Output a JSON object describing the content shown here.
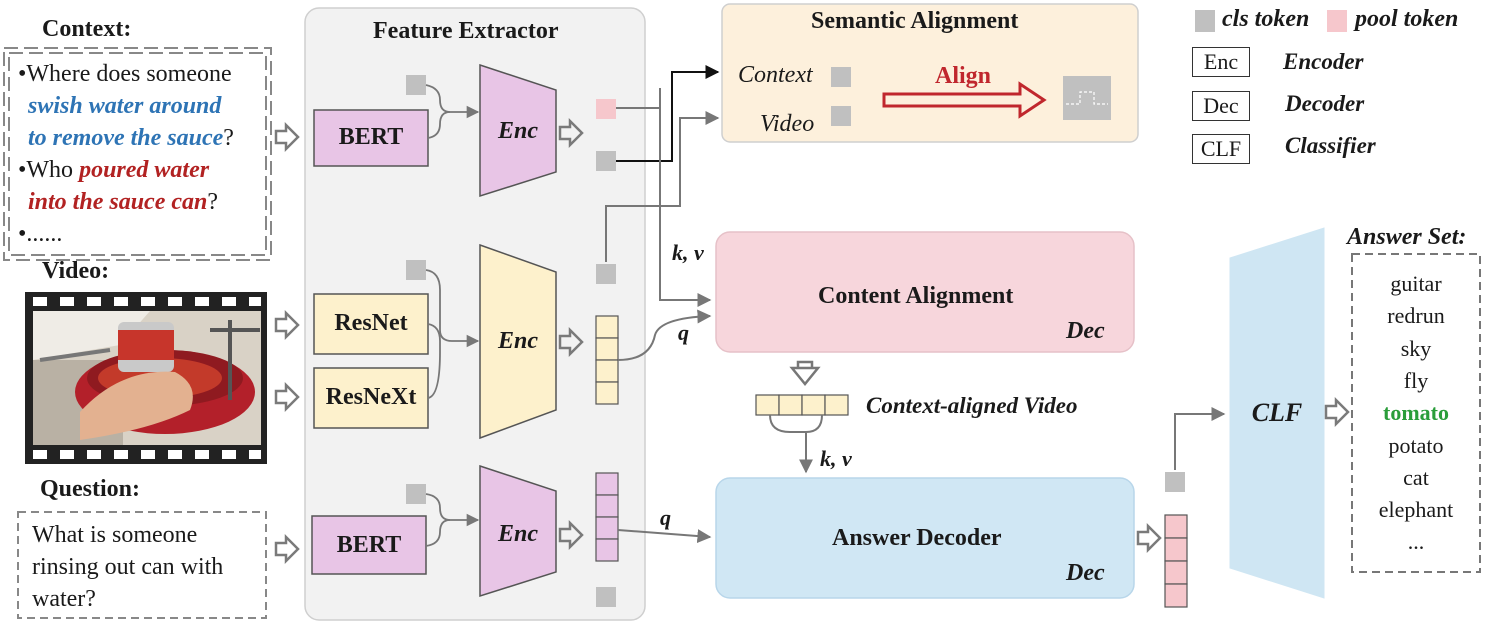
{
  "context": {
    "heading": "Context:",
    "line1": "•Where does someone",
    "line2_blue": "swish water around",
    "line3_blue": "to remove the sauce",
    "line3_end": "?",
    "line4": "•Who ",
    "line4_red": "poured water",
    "line5_red": "into the sauce can",
    "line5_end": "?",
    "line6": "•......"
  },
  "video": {
    "heading": "Video:"
  },
  "question": {
    "heading": "Question:",
    "line1": "What is someone",
    "line2": "rinsing out can with",
    "line3": "water?"
  },
  "feature_extractor": {
    "title": "Feature Extractor",
    "bert_top": "BERT",
    "resnet": "ResNet",
    "resnext": "ResNeXt",
    "bert_bottom": "BERT",
    "enc_label": "Enc"
  },
  "semantic_alignment": {
    "title": "Semantic  Alignment",
    "context_label": "Context",
    "video_label": "Video",
    "align_label": "Align"
  },
  "content_alignment": {
    "title": "Content Alignment",
    "dec": "Dec",
    "kv": "k, v",
    "q": "q"
  },
  "context_aligned_video": "Context-aligned Video",
  "answer_decoder": {
    "title": "Answer Decoder",
    "dec": "Dec",
    "kv": "k, v",
    "q": "q"
  },
  "clf_label": "CLF",
  "legend": {
    "cls_token": "cls token",
    "pool_token": "pool token",
    "enc_short": "Enc",
    "enc_long": "Encoder",
    "dec_short": "Dec",
    "dec_long": "Decoder",
    "clf_short": "CLF",
    "clf_long": "Classifier"
  },
  "answer_set": {
    "heading": "Answer Set:",
    "items": [
      "guitar",
      "redrun",
      "sky",
      "fly",
      "tomato",
      "potato",
      "cat",
      "elephant",
      "..."
    ],
    "highlight_index": 4
  },
  "colors": {
    "bert": "#e8c5e6",
    "resnet": "#fdf1cc",
    "enc_purple": "#e8c5e6",
    "enc_yellow": "#fdf1cc",
    "semantic_bg": "#fdf0dc",
    "content_bg": "#f7d6dc",
    "decoder_bg": "#d0e7f4",
    "clf": "#cfe6f3",
    "cls_token": "#c0c0c0",
    "pool_token": "#f6c7cc",
    "highlight_answer": "#2a9d3a",
    "align_red": "#c0272d"
  }
}
